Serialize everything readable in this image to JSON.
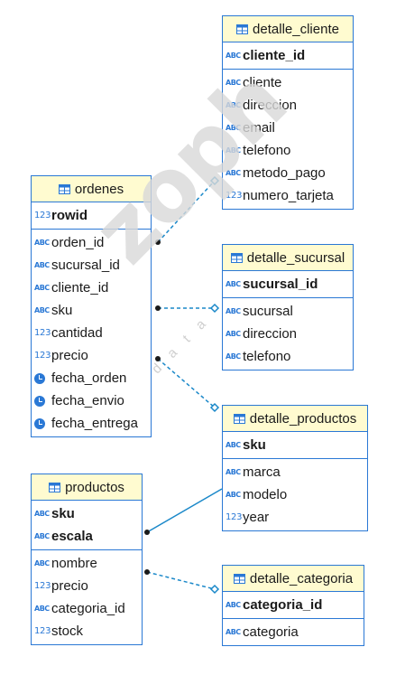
{
  "watermark": {
    "brand": "zoph",
    "sub": "data"
  },
  "colors": {
    "border": "#2a78d5",
    "header_bg": "#fffbd0",
    "edge": "#1a88c9"
  },
  "tables": {
    "detalle_cliente": {
      "title": "detalle_cliente",
      "keys": [
        {
          "type": "ABC-key",
          "name": "cliente_id"
        }
      ],
      "columns": [
        {
          "type": "ABC",
          "name": "cliente"
        },
        {
          "type": "ABC",
          "name": "direccion"
        },
        {
          "type": "ABC",
          "name": "email"
        },
        {
          "type": "ABC",
          "name": "telefono"
        },
        {
          "type": "ABC",
          "name": "metodo_pago"
        },
        {
          "type": "123",
          "name": "numero_tarjeta"
        }
      ]
    },
    "ordenes": {
      "title": "ordenes",
      "keys": [
        {
          "type": "123",
          "name": "rowid"
        }
      ],
      "columns": [
        {
          "type": "ABC",
          "name": "orden_id"
        },
        {
          "type": "ABC",
          "name": "sucursal_id"
        },
        {
          "type": "ABC",
          "name": "cliente_id"
        },
        {
          "type": "ABC",
          "name": "sku"
        },
        {
          "type": "123",
          "name": "cantidad"
        },
        {
          "type": "123",
          "name": "precio"
        },
        {
          "type": "date",
          "name": "fecha_orden"
        },
        {
          "type": "date",
          "name": "fecha_envio"
        },
        {
          "type": "date",
          "name": "fecha_entrega"
        }
      ]
    },
    "detalle_sucursal": {
      "title": "detalle_sucursal",
      "keys": [
        {
          "type": "ABC-key",
          "name": "sucursal_id"
        }
      ],
      "columns": [
        {
          "type": "ABC",
          "name": "sucursal"
        },
        {
          "type": "ABC",
          "name": "direccion"
        },
        {
          "type": "ABC",
          "name": "telefono"
        }
      ]
    },
    "detalle_productos": {
      "title": "detalle_productos",
      "keys": [
        {
          "type": "ABC-key",
          "name": "sku"
        }
      ],
      "columns": [
        {
          "type": "ABC",
          "name": "marca"
        },
        {
          "type": "ABC",
          "name": "modelo"
        },
        {
          "type": "123",
          "name": "year"
        }
      ]
    },
    "productos": {
      "title": "productos",
      "keys": [
        {
          "type": "ABC-key",
          "name": "sku"
        },
        {
          "type": "ABC-key",
          "name": "escala"
        }
      ],
      "columns": [
        {
          "type": "ABC",
          "name": "nombre"
        },
        {
          "type": "123",
          "name": "precio"
        },
        {
          "type": "ABC",
          "name": "categoria_id"
        },
        {
          "type": "123",
          "name": "stock"
        }
      ]
    },
    "detalle_categoria": {
      "title": "detalle_categoria",
      "keys": [
        {
          "type": "ABC-key",
          "name": "categoria_id"
        }
      ],
      "columns": [
        {
          "type": "ABC",
          "name": "categoria"
        }
      ]
    }
  },
  "relationships": [
    {
      "from": "ordenes",
      "from_column": "cliente_id",
      "to": "detalle_cliente",
      "style": "dashed"
    },
    {
      "from": "ordenes",
      "from_column": "sucursal_id",
      "to": "detalle_sucursal",
      "style": "dashed"
    },
    {
      "from": "ordenes",
      "from_column": "sku",
      "to": "detalle_productos",
      "style": "dashed"
    },
    {
      "from": "productos",
      "from_column": "sku",
      "to": "detalle_productos",
      "style": "solid"
    },
    {
      "from": "productos",
      "from_column": "categoria_id",
      "to": "detalle_categoria",
      "style": "dashed"
    }
  ]
}
